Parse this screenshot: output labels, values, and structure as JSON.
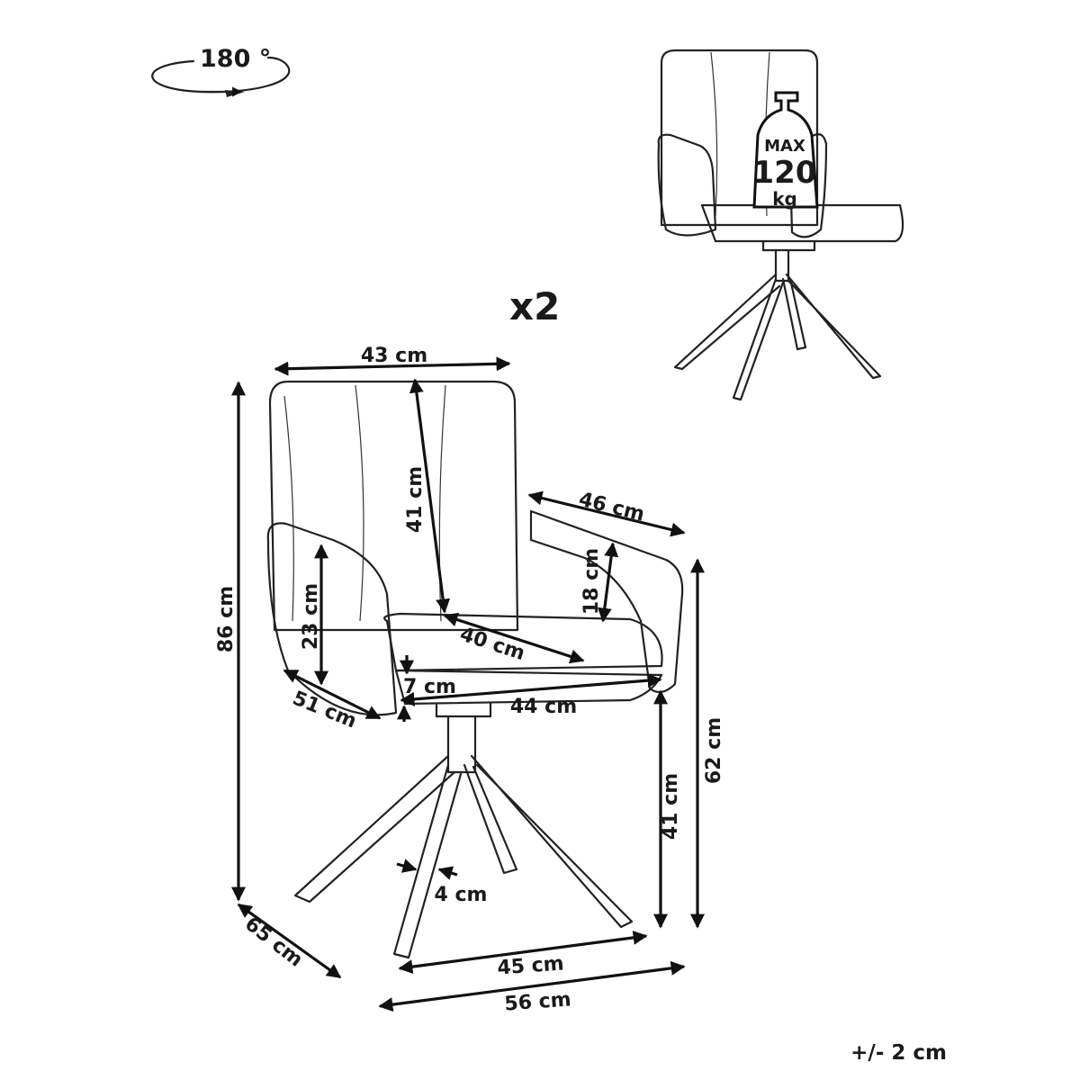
{
  "rotation": {
    "label": "180 °"
  },
  "quantity": "x2",
  "max_load": {
    "line1": "MAX",
    "line2": "120",
    "line3": "kg"
  },
  "tolerance": "+/- 2 cm",
  "dimensions": {
    "back_width": "43 cm",
    "back_height": "41 cm",
    "arm_depth": "46 cm",
    "arm_height": "18 cm",
    "armrest_side": "23 cm",
    "seat_depth": "40 cm",
    "total_height": "86 cm",
    "side_depth": "51 cm",
    "seat_thickness": "7 cm",
    "seat_width": "44 cm",
    "arm_floor_height": "62 cm",
    "seat_floor_height": "41 cm",
    "leg_width": "4 cm",
    "total_depth": "65 cm",
    "base_width": "45 cm",
    "total_width": "56 cm"
  }
}
